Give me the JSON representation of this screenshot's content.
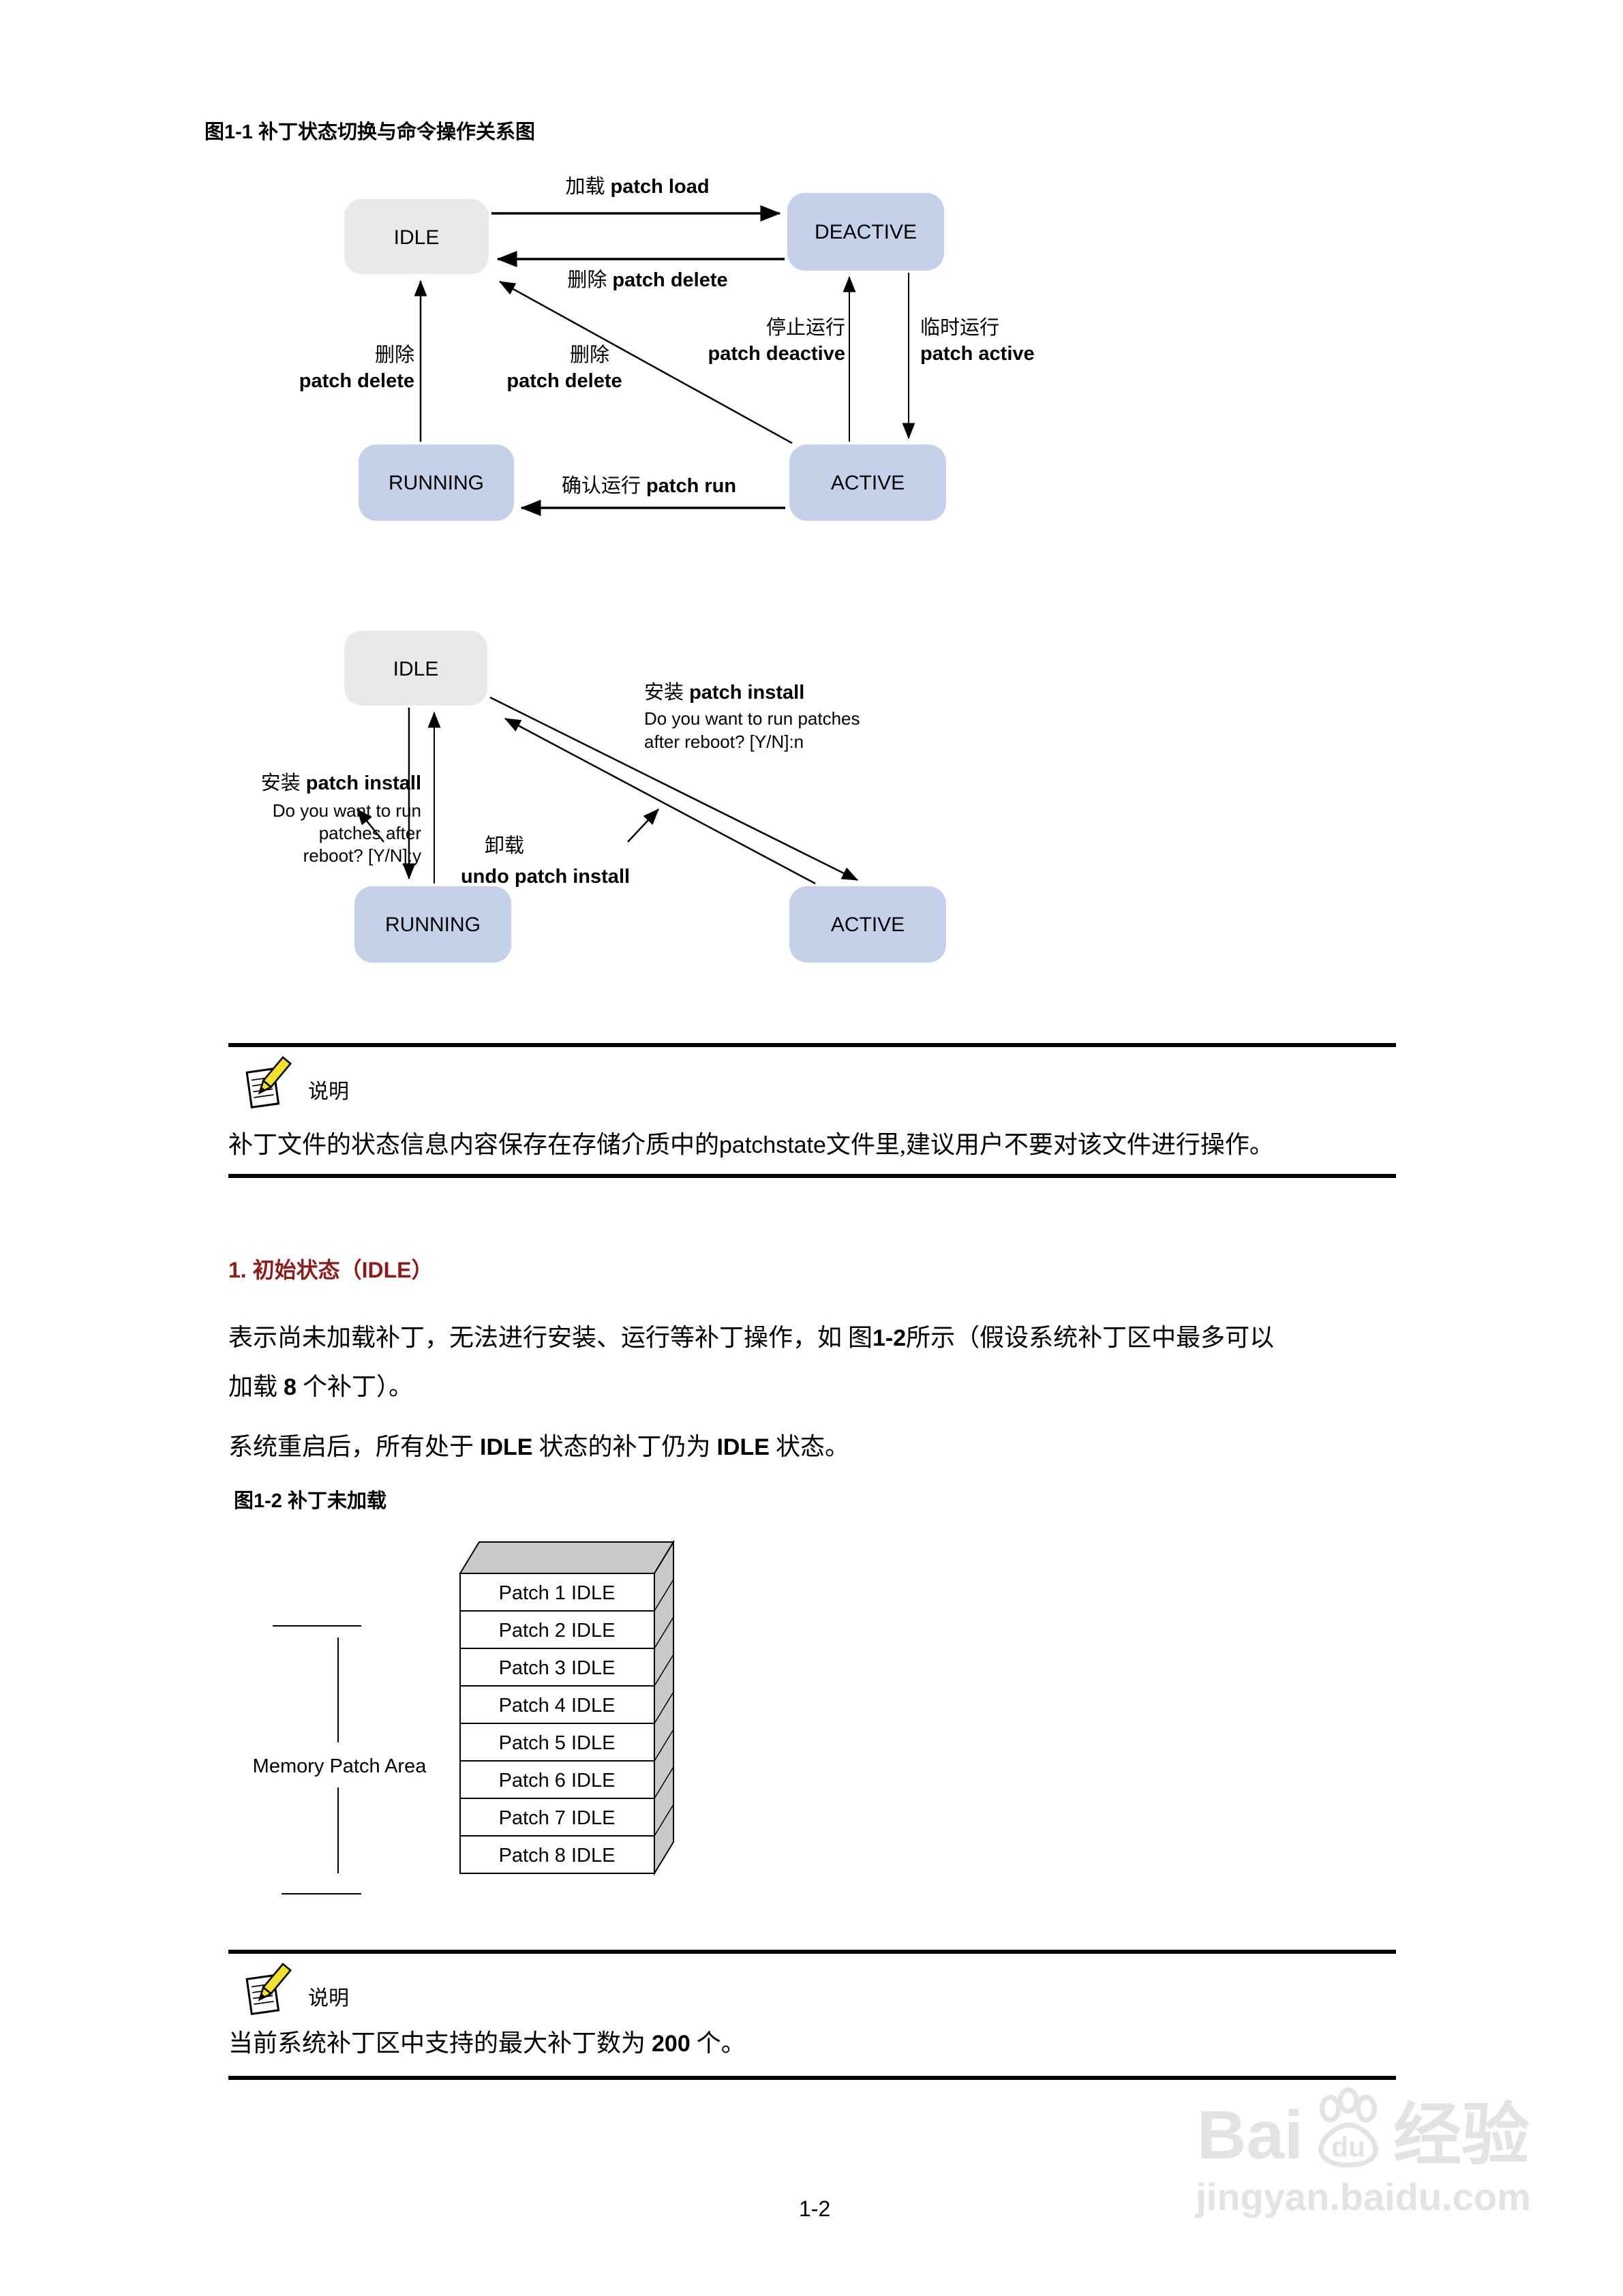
{
  "page": {
    "number": "1-2"
  },
  "colors": {
    "state_blue": "#c5d1e9",
    "state_gray": "#e9e9e9",
    "heading_red": "#8a1d1d",
    "face_gray": "#c9c9c9",
    "watermark_gray": "#e3e3e3"
  },
  "fig1": {
    "caption": "图1-1 补丁状态切换与命令操作关系图",
    "states": {
      "idle": "IDLE",
      "deactive": "DEACTIVE",
      "running": "RUNNING",
      "active": "ACTIVE"
    },
    "edges": {
      "load_zh": "加载",
      "load_en": "patch load",
      "delete_zh": "删除",
      "delete_en": "patch delete",
      "delete2_zh": "删除",
      "delete2_en": "patch delete",
      "delete3_zh": "删除",
      "delete3_en": "patch delete",
      "deactive_zh": "停止运行",
      "deactive_en": "patch deactive",
      "active_zh": "临时运行",
      "active_en": "patch active",
      "run_zh": "确认运行",
      "run_en": "patch run"
    }
  },
  "fig1b": {
    "states": {
      "idle": "IDLE",
      "running": "RUNNING",
      "active": "ACTIVE"
    },
    "install_right_zh": "安装",
    "install_right_en": "patch install",
    "prompt_n1": "Do you want to run patches",
    "prompt_n2": "after reboot? [Y/N]:n",
    "install_left_zh": "安装",
    "install_left_en": "patch install",
    "prompt_y1": "Do you want to run",
    "prompt_y2": "patches after",
    "prompt_y3": "reboot? [Y/N]:y",
    "undo_zh": "卸载",
    "undo_en": "undo patch install"
  },
  "note1": {
    "label": "说明",
    "text_pre": "补丁文件的状态信息内容保存在存储介质中的",
    "code": "patchstate",
    "text_post": "文件里,建议用户不要对该文件进行操作。"
  },
  "section": {
    "heading": "1. 初始状态（IDLE）",
    "p1l1_a": "表示尚未加载补丁，无法进行安装、运行等补丁操作，如 图",
    "p1l1_b": "1-2",
    "p1l1_c": "所示（假设系统补丁区中最多可以",
    "p1l2_a": "加载 ",
    "p1l2_b": "8",
    "p1l2_c": " 个补丁）。",
    "p2_a": "系统重启后，所有处于 ",
    "p2_b": "IDLE",
    "p2_c": " 状态的补丁仍为 ",
    "p2_d": "IDLE",
    "p2_e": " 状态。"
  },
  "fig2": {
    "caption": "图1-2 补丁未加载",
    "area_label": "Memory Patch Area",
    "rows": [
      "Patch 1 IDLE",
      "Patch 2 IDLE",
      "Patch 3 IDLE",
      "Patch 4 IDLE",
      "Patch 5 IDLE",
      "Patch 6 IDLE",
      "Patch 7 IDLE",
      "Patch 8 IDLE"
    ]
  },
  "note2": {
    "label": "说明",
    "text_pre": "当前系统补丁区中支持的最大补丁数为 ",
    "bold": "200",
    "text_post": " 个。"
  },
  "watermark": {
    "brand_a": "Bai",
    "brand_du": "du",
    "brand_cn": "经验",
    "url": "jingyan.baidu.com"
  }
}
